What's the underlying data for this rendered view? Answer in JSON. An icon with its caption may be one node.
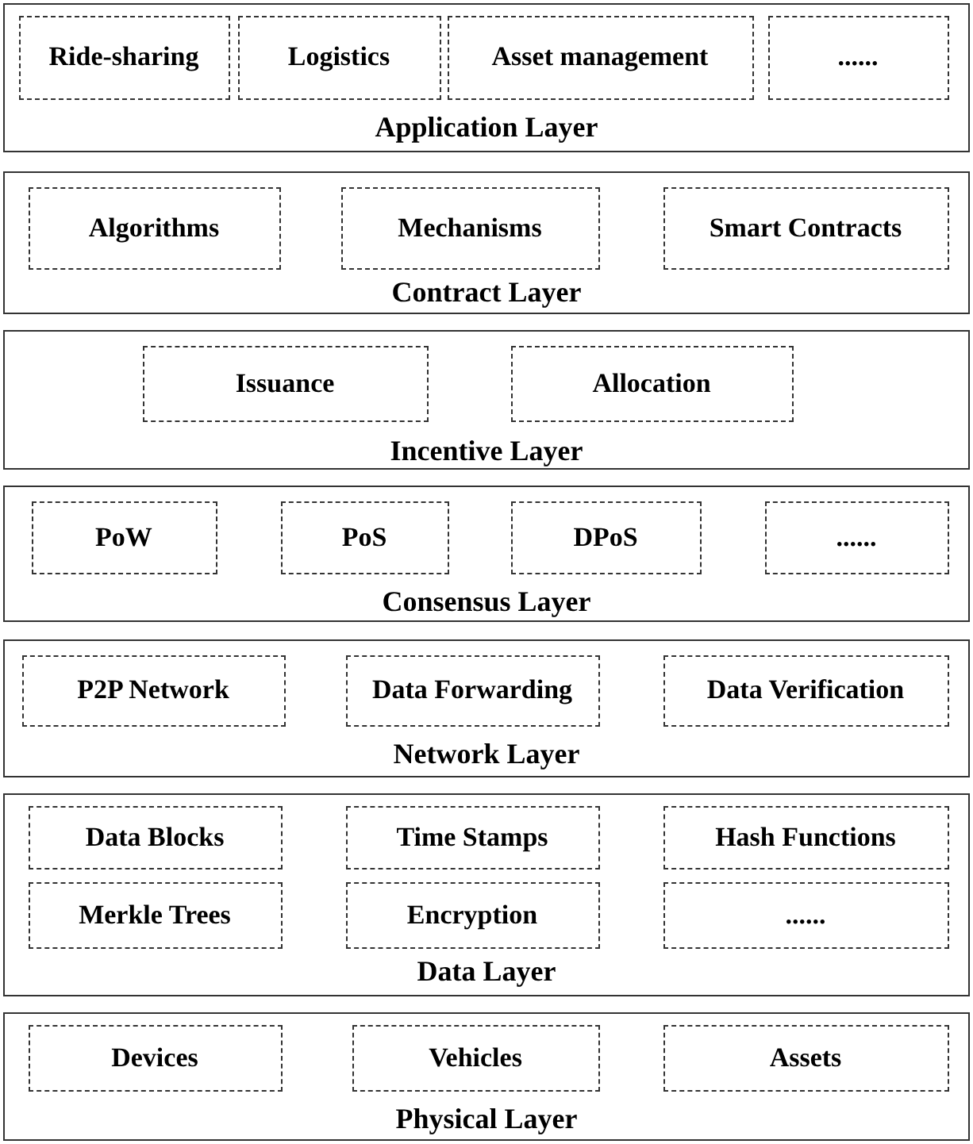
{
  "diagram": {
    "nodes": [
      {
        "text": [
          "Application Layer"
        ]
      },
      {
        "text": [
          "Ride-sharing"
        ],
        "in": 0
      },
      {
        "text": [
          "Logistics"
        ],
        "in": 0
      },
      {
        "text": [
          "Asset management"
        ],
        "in": 0
      },
      {
        "text": [
          "......"
        ],
        "in": 0
      },
      {
        "text": [
          "Contract Layer"
        ]
      },
      {
        "text": [
          "Algorithms"
        ],
        "in": 5
      },
      {
        "text": [
          "Mechanisms"
        ],
        "in": 5
      },
      {
        "text": [
          "Smart Contracts"
        ],
        "in": 5
      },
      {
        "text": [
          "Incentive Layer"
        ]
      },
      {
        "text": [
          "Issuance"
        ],
        "in": 9
      },
      {
        "text": [
          "Allocation"
        ],
        "in": 9
      },
      {
        "text": [
          "Consensus Layer"
        ]
      },
      {
        "text": [
          "PoW"
        ],
        "in": 12
      },
      {
        "text": [
          "PoS"
        ],
        "in": 12
      },
      {
        "text": [
          "DPoS"
        ],
        "in": 12
      },
      {
        "text": [
          "......"
        ],
        "in": 12
      },
      {
        "text": [
          "Network Layer"
        ]
      },
      {
        "text": [
          "P2P Network"
        ],
        "in": 17
      },
      {
        "text": [
          "Data Forwarding"
        ],
        "in": 17
      },
      {
        "text": [
          "Data Verification"
        ],
        "in": 17
      },
      {
        "text": [
          "Data Layer"
        ]
      },
      {
        "text": [
          "Data Blocks"
        ],
        "in": 21
      },
      {
        "text": [
          "Time Stamps"
        ],
        "in": 21
      },
      {
        "text": [
          "Hash Functions"
        ],
        "in": 21
      },
      {
        "text": [
          "Merkle Trees"
        ],
        "in": 21
      },
      {
        "text": [
          "Encryption"
        ],
        "in": 21
      },
      {
        "text": [
          "......"
        ],
        "in": 21
      },
      {
        "text": [
          "Physical Layer"
        ]
      },
      {
        "text": [
          "Devices"
        ],
        "in": 28
      },
      {
        "text": [
          "Vehicles"
        ],
        "in": 28
      },
      {
        "text": [
          "Assets"
        ],
        "in": 28
      }
    ],
    "edges": []
  }
}
